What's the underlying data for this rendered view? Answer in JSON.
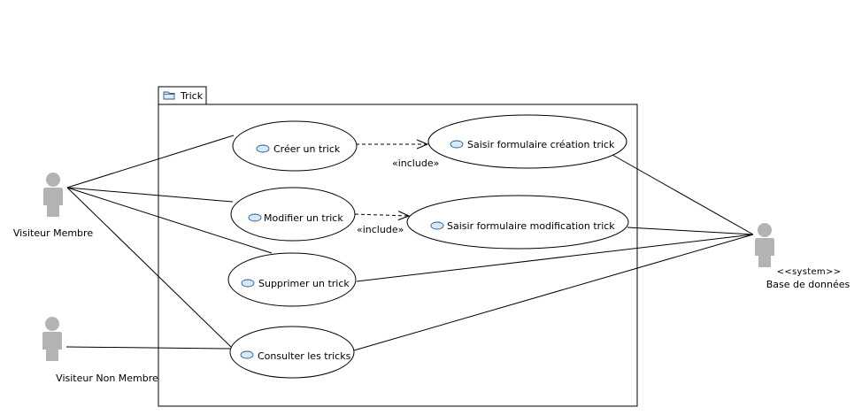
{
  "package": {
    "name": "Trick"
  },
  "actors": [
    {
      "id": "visiteur-membre",
      "label": "Visiteur Membre",
      "stereotype": ""
    },
    {
      "id": "visiteur-non-membre",
      "label": "Visiteur Non Membre",
      "stereotype": ""
    },
    {
      "id": "base-de-donnees",
      "label": "Base de données",
      "stereotype": "<<system>>"
    }
  ],
  "use_cases": [
    {
      "id": "creer",
      "label": "Créer un trick"
    },
    {
      "id": "modifier",
      "label": "Modifier un trick"
    },
    {
      "id": "supprimer",
      "label": "Supprimer un trick"
    },
    {
      "id": "consulter",
      "label": "Consulter les tricks"
    },
    {
      "id": "saisir-creation",
      "label": "Saisir formulaire création trick"
    },
    {
      "id": "saisir-modification",
      "label": "Saisir formulaire modification trick"
    }
  ],
  "includes": [
    {
      "from": "creer",
      "to": "saisir-creation",
      "label": "«include»"
    },
    {
      "from": "modifier",
      "to": "saisir-modification",
      "label": "«include»"
    }
  ],
  "associations": [
    {
      "actor": "visiteur-membre",
      "use_case": "creer"
    },
    {
      "actor": "visiteur-membre",
      "use_case": "modifier"
    },
    {
      "actor": "visiteur-membre",
      "use_case": "supprimer"
    },
    {
      "actor": "visiteur-membre",
      "use_case": "consulter"
    },
    {
      "actor": "visiteur-non-membre",
      "use_case": "consulter"
    },
    {
      "actor": "base-de-donnees",
      "use_case": "saisir-creation"
    },
    {
      "actor": "base-de-donnees",
      "use_case": "saisir-modification"
    },
    {
      "actor": "base-de-donnees",
      "use_case": "supprimer"
    },
    {
      "actor": "base-de-donnees",
      "use_case": "consulter"
    }
  ],
  "colors": {
    "stroke": "#000000",
    "actor_fill": "#b3b3b3",
    "usecase_icon_fill": "#d7e8f7",
    "usecase_icon_stroke": "#2a5a8a",
    "package_icon_fill": "#dfeaf6",
    "package_icon_stroke": "#2a5a8a",
    "background": "#ffffff"
  }
}
